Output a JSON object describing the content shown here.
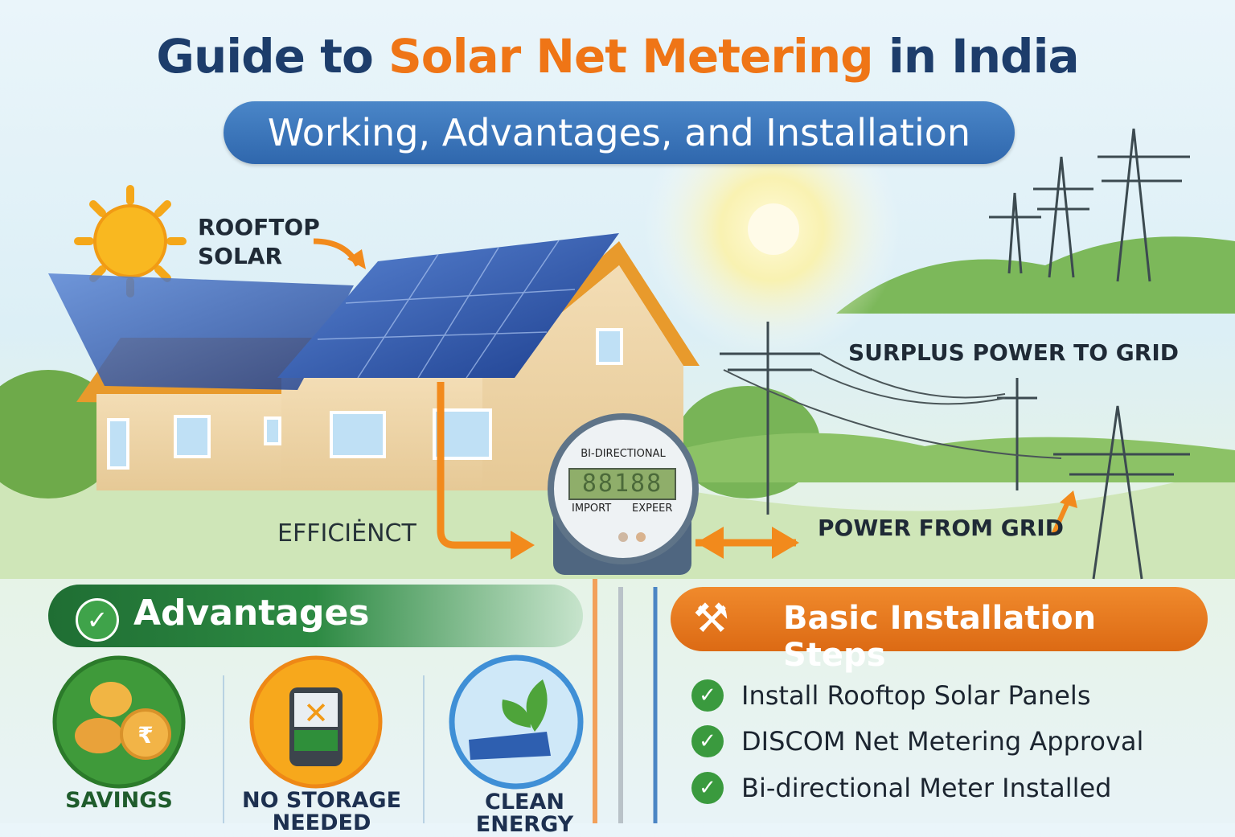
{
  "header": {
    "title_prefix": "Guide to ",
    "title_highlight": "Solar Net Metering",
    "title_suffix": " in India",
    "subtitle": "Working, Advantages, and Installation"
  },
  "scene": {
    "rooftop_label_line1": "ROOFTOP",
    "rooftop_label_line2": "SOLAR",
    "surplus_label": "SURPLUS POWER TO GRID",
    "from_grid_label": "POWER FROM GRID",
    "efficiency_label": "EFFICIĖNCT",
    "meter": {
      "title": "BI-DIRECTIONAL",
      "display": "88188",
      "import_label": "IMPORT",
      "export_label": "EXPEER"
    }
  },
  "advantages": {
    "heading": "Advantages",
    "items": [
      {
        "label": "SAVINGS",
        "icon": "coins-icon",
        "color": "#3f9a3a"
      },
      {
        "label": "NO STORAGE NEEDED",
        "icon": "battery-x-icon",
        "color": "#f29a17"
      },
      {
        "label": "CLEAN ENERGY",
        "icon": "leaf-solar-icon",
        "color": "#3f8fd6"
      }
    ]
  },
  "installation": {
    "heading": "Basic Installation Steps",
    "steps": [
      "Install Rooftop Solar Panels",
      "DISCOM Net Metering Approval",
      "Bi-directional Meter Installed"
    ]
  },
  "colors": {
    "navy": "#1d3d6b",
    "orange": "#ef7516",
    "blue": "#3a73b8",
    "green": "#2d8a43"
  }
}
